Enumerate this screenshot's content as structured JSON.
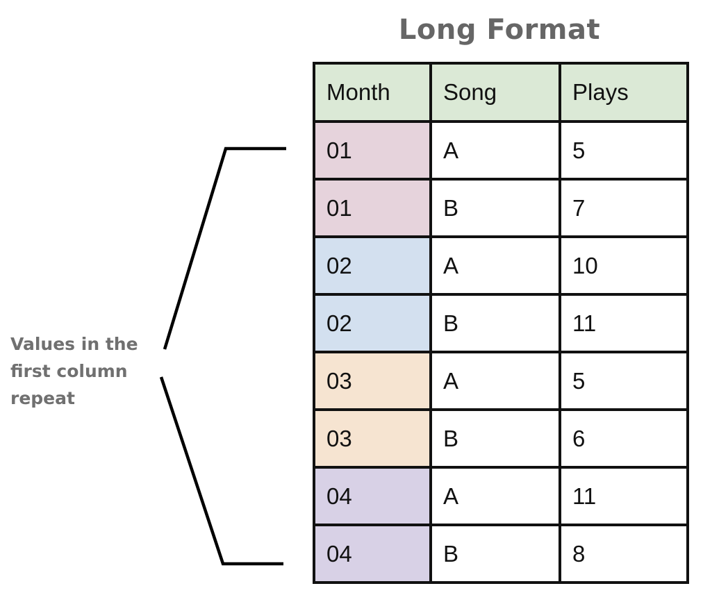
{
  "title": "Long Format",
  "note": "Values in the first column repeat",
  "table": {
    "header_bg": "#dbe9d6",
    "headers": [
      "Month",
      "Song",
      "Plays"
    ],
    "rows": [
      {
        "month": "01",
        "song": "A",
        "plays": "5",
        "month_color": "#e6d3dc"
      },
      {
        "month": "01",
        "song": "B",
        "plays": "7",
        "month_color": "#e6d3dc"
      },
      {
        "month": "02",
        "song": "A",
        "plays": "10",
        "month_color": "#d3e0ef"
      },
      {
        "month": "02",
        "song": "B",
        "plays": "11",
        "month_color": "#d3e0ef"
      },
      {
        "month": "03",
        "song": "A",
        "plays": "5",
        "month_color": "#f6e4d1"
      },
      {
        "month": "03",
        "song": "B",
        "plays": "6",
        "month_color": "#f6e4d1"
      },
      {
        "month": "04",
        "song": "A",
        "plays": "11",
        "month_color": "#d8d1e6"
      },
      {
        "month": "04",
        "song": "B",
        "plays": "8",
        "month_color": "#d8d1e6"
      }
    ]
  }
}
